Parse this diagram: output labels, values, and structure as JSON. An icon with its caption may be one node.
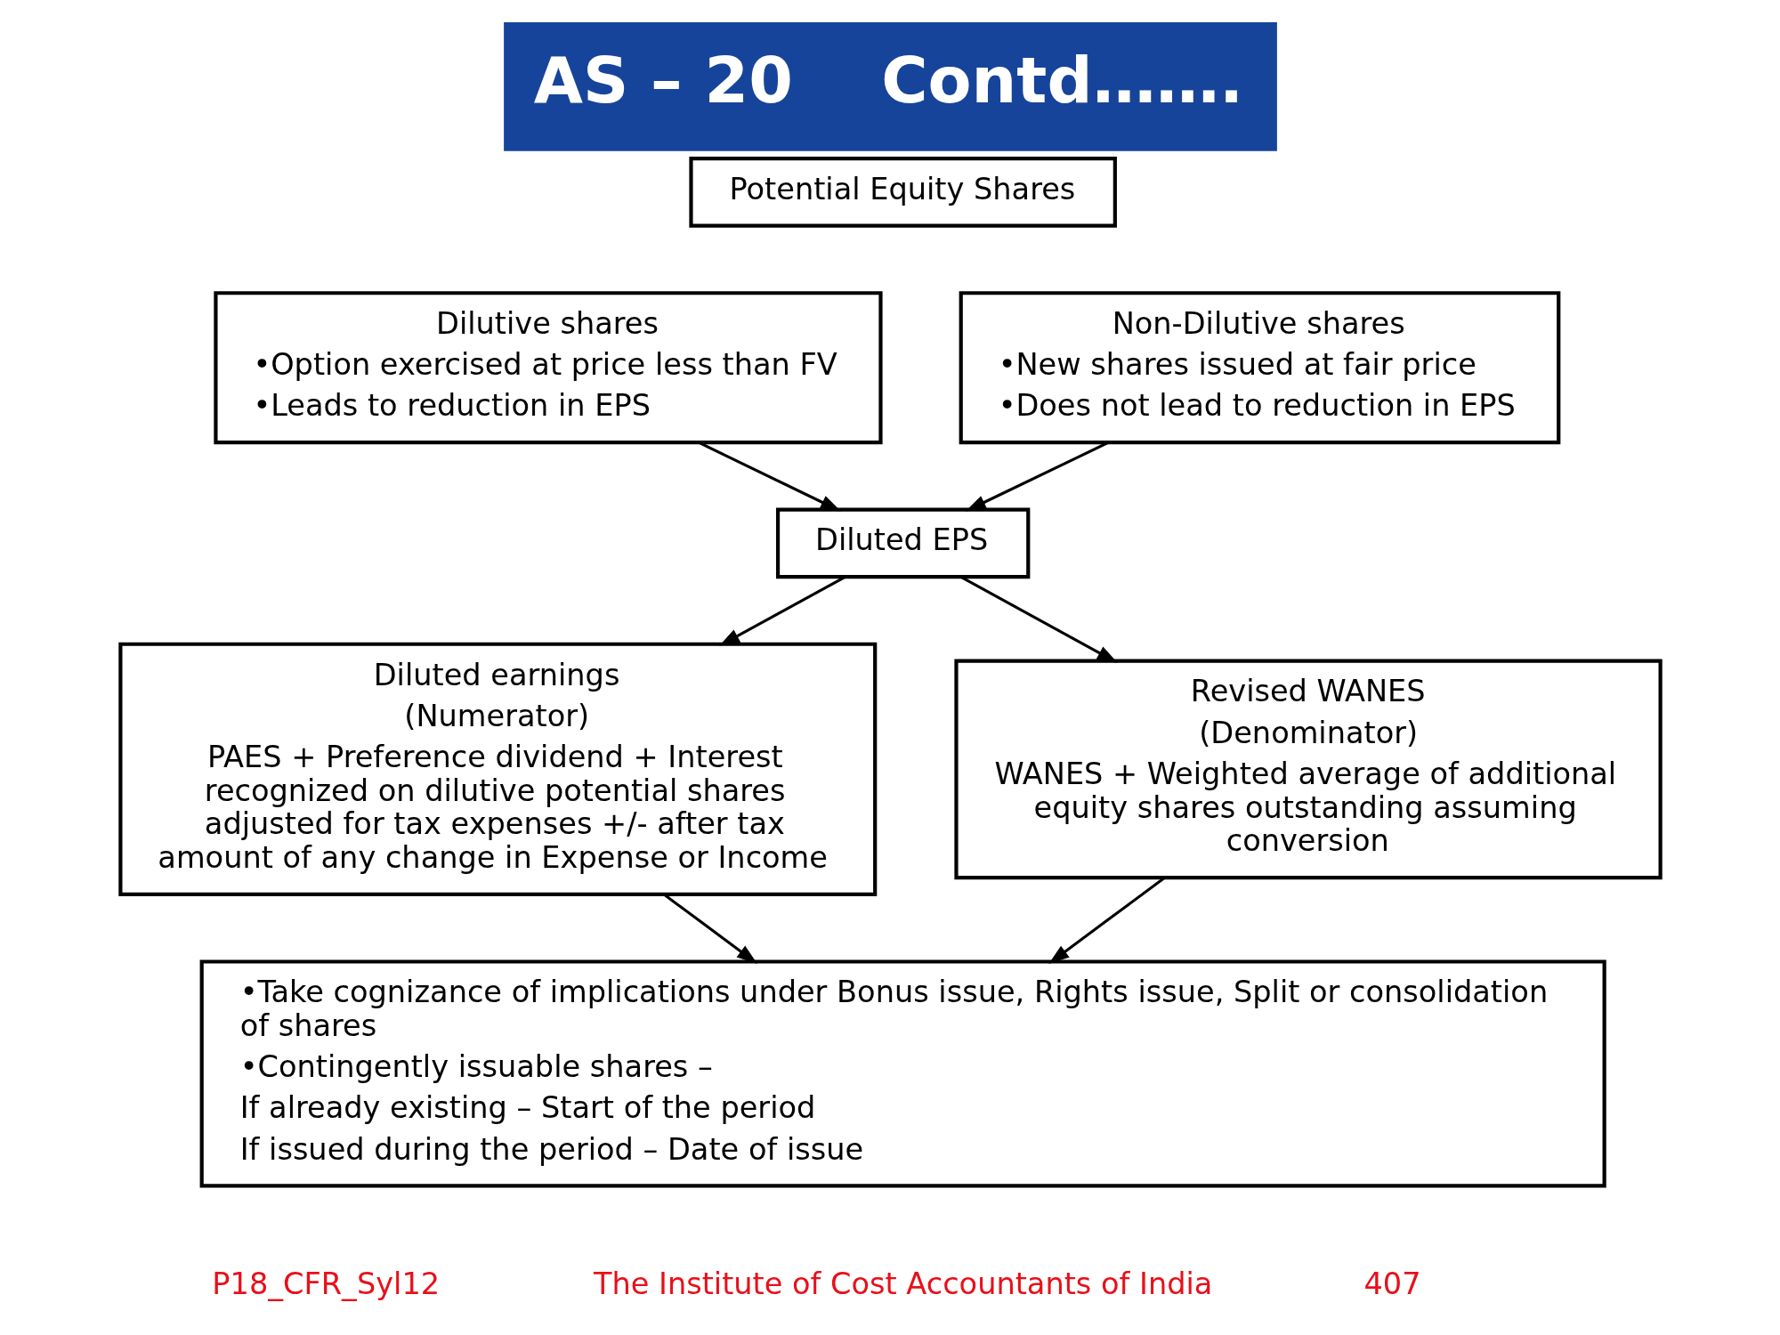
{
  "diagram": {
    "title": "AS – 20    Contd…….",
    "nodes": [
      {
        "text": [
          "Potential Equity Shares"
        ]
      },
      {
        "text": [
          "Dilutive shares",
          "•Option exercised at price less than FV",
          "•Leads to reduction in EPS"
        ]
      },
      {
        "text": [
          "Non-Dilutive shares",
          "•New shares issued at fair price",
          "•Does not lead to reduction in EPS"
        ]
      },
      {
        "text": [
          "Diluted EPS"
        ]
      },
      {
        "text": [
          "Diluted earnings",
          "(Numerator)",
          "PAES + Preference dividend + Interest recognized on dilutive potential shares adjusted for tax expenses +/- after tax amount of any change in Expense or Income"
        ]
      },
      {
        "text": [
          "Revised WANES",
          "(Denominator)",
          "WANES + Weighted average of additional equity shares outstanding assuming conversion"
        ]
      },
      {
        "text": [
          "•Take cognizance of implications under Bonus issue, Rights issue, Split or consolidation of shares",
          "•Contingently issuable shares –",
          "If already existing – Start of the period",
          "If issued during the period – Date of issue"
        ]
      }
    ],
    "edges": [
      {
        "from": 1,
        "to": 3,
        "arrow": "to"
      },
      {
        "from": 2,
        "to": 3,
        "arrow": "to"
      },
      {
        "from": 3,
        "to": 4,
        "arrow": "to"
      },
      {
        "from": 3,
        "to": 5,
        "arrow": "to"
      },
      {
        "from": 4,
        "to": 6,
        "arrow": "to"
      },
      {
        "from": 5,
        "to": 6,
        "arrow": "to"
      }
    ],
    "labels": [
      "P18_CFR_Syl12",
      "The Institute of Cost Accountants of India",
      "407"
    ]
  }
}
